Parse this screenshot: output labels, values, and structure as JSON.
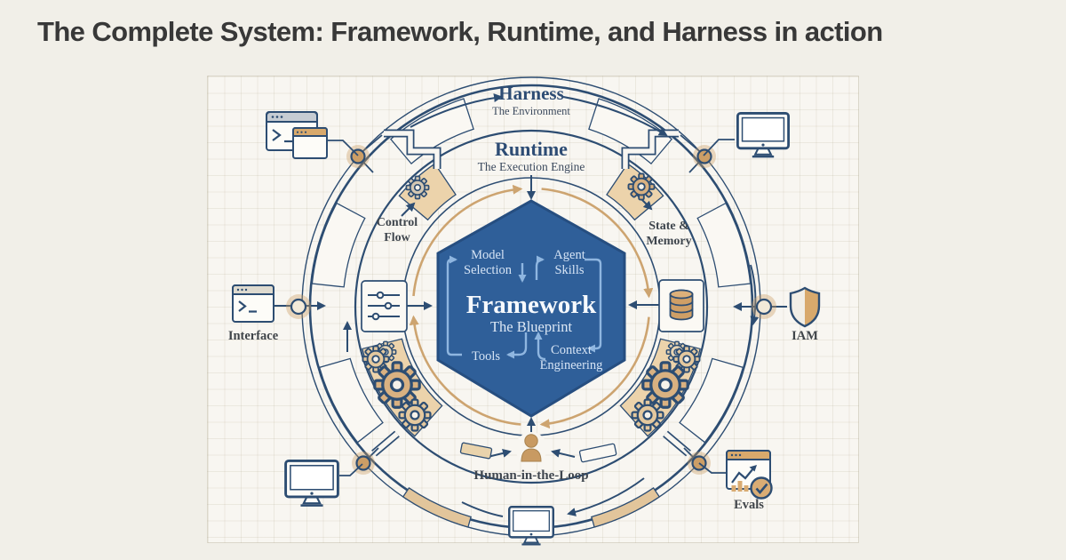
{
  "title": "The Complete System: Framework, Runtime, and Harness in action",
  "rings": {
    "harness": {
      "label": "Harness",
      "sublabel": "The Environment"
    },
    "runtime": {
      "label": "Runtime",
      "sublabel": "The Execution Engine"
    }
  },
  "hexagon": {
    "label": "Framework",
    "sublabel": "The Blueprint",
    "model_selection": [
      "Model",
      "Selection"
    ],
    "agent_skills": [
      "Agent",
      "Skills"
    ],
    "tools": "Tools",
    "context_engineering": [
      "Context",
      "Engineering"
    ]
  },
  "runtime_items": {
    "control_flow": [
      "Control",
      "Flow"
    ],
    "state_memory": [
      "State &",
      "Memory"
    ],
    "human_in_the_loop": "Human-in-the-Loop"
  },
  "peripherals": {
    "interface": "Interface",
    "iam": "IAM",
    "evals": "Evals"
  },
  "icons": [
    "terminal-windows-icon",
    "monitor-icon",
    "terminal-interface-icon",
    "shield-icon",
    "evals-report-icon",
    "database-icon",
    "sliders-icon",
    "gear-icon",
    "person-icon",
    "connection-node-dot",
    "check-icon",
    "chart-icon"
  ],
  "colors": {
    "background": "#f1efe8",
    "panel": "#f8f6f1",
    "navy": "#2d4d72",
    "tan": "#c99e66",
    "hexagon_blue": "#2f5f99",
    "light_blue_arrow": "#8fb6e0",
    "title_text": "#383838"
  }
}
